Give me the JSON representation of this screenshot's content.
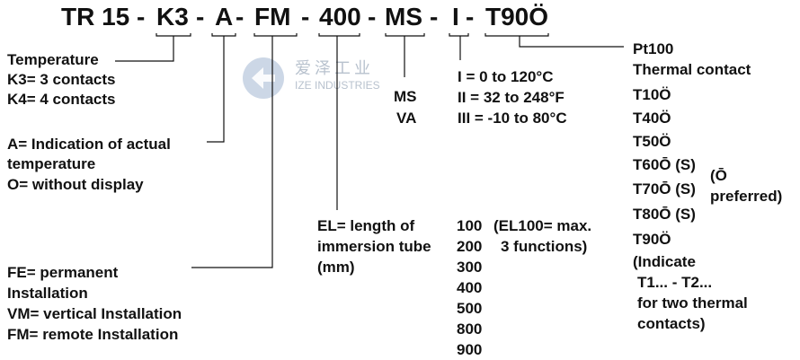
{
  "model": {
    "tokens": [
      "TR 15 -",
      "K3",
      "-",
      "A",
      "-",
      "FM",
      "-",
      "400",
      "-",
      "MS",
      "-",
      "I",
      "-",
      "T90Ö"
    ]
  },
  "watermark": {
    "title": "爱泽工业",
    "subtitle": "IZE INDUSTRIES"
  },
  "contacts": [
    "Temperature",
    "K3= 3 contacts",
    "K4= 4 contacts"
  ],
  "display": [
    "A= Indication of actual",
    "temperature",
    "O= without display"
  ],
  "installation": [
    "FE= permanent",
    "Installation",
    "VM= vertical Installation",
    "FM= remote Installation"
  ],
  "immersion": [
    "EL= length of",
    "immersion tube",
    "(mm)"
  ],
  "lengths": [
    "100",
    "200",
    "300",
    "400",
    "500",
    "800",
    "900"
  ],
  "length_note": [
    "(EL100= max.",
    "3 functions)"
  ],
  "material": [
    "MS",
    "VA"
  ],
  "temp_range": [
    "I   = 0 to 120°C",
    "II  = 32 to 248°F",
    "III = -10 to 80°C"
  ],
  "sensor": [
    "Pt100",
    "Thermal contact",
    "T10Ö",
    "T40Ö",
    "T50Ö",
    "T60Ō (S)",
    "T70Ō (S)",
    "T80Ō (S)",
    "T90Ö",
    "(Indicate",
    "T1... - T2...",
    "for two thermal",
    "contacts)"
  ],
  "preferred_note": [
    "(Ō",
    "preferred)"
  ]
}
